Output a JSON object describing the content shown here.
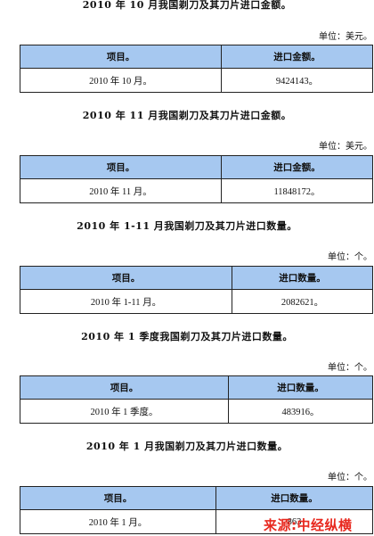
{
  "sections": [
    {
      "title": "2010 年 10 月我国剃刀及其刀片进口金额。",
      "unit": "单位：美元。",
      "headers": [
        "项目。",
        "进口金额。"
      ],
      "row": [
        "2010 年 10 月。",
        "9424143。"
      ]
    },
    {
      "title": "2010 年 11 月我国剃刀及其刀片进口金额。",
      "unit": "单位：美元。",
      "headers": [
        "项目。",
        "进口金额。"
      ],
      "row": [
        "2010 年 11 月。",
        "11848172。"
      ]
    },
    {
      "title": "2010 年 1-11 月我国剃刀及其刀片进口数量。",
      "unit": "单位：个。",
      "headers": [
        "项目。",
        "进口数量。"
      ],
      "row": [
        "2010 年 1-11 月。",
        "2082621。"
      ]
    },
    {
      "title": "2010 年 1 季度我国剃刀及其刀片进口数量。",
      "unit": "单位：个。",
      "headers": [
        "项目。",
        "进口数量。"
      ],
      "row": [
        "2010 年 1 季度。",
        "483916。"
      ]
    },
    {
      "title": "2010 年 1 月我国剃刀及其刀片进口数量。",
      "unit": "单位：个。",
      "headers": [
        "项目。",
        "进口数量。"
      ],
      "row": [
        "2010 年 1 月。",
        "863"
      ]
    }
  ],
  "watermark": {
    "text": "来源:中经纵横",
    "color": "#e8281e"
  },
  "colors": {
    "header_bg": "#a6c8f0",
    "border": "#222222"
  }
}
